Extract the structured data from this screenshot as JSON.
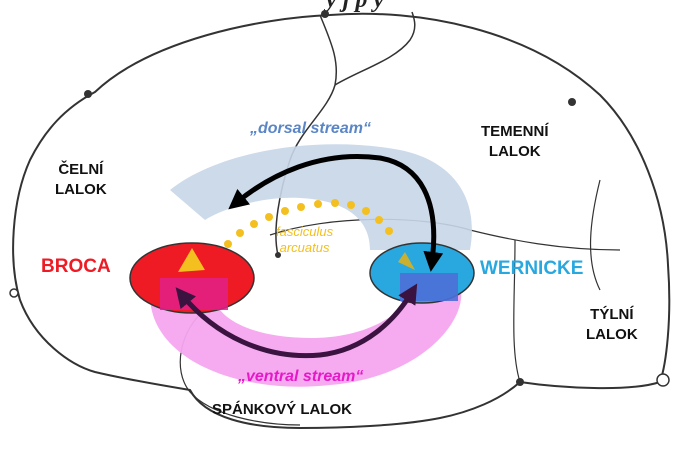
{
  "title_fragment": "y                                j p       y",
  "lobes": {
    "frontal": [
      "ČELNÍ",
      "LALOK"
    ],
    "parietal": [
      "TEMENNÍ",
      "LALOK"
    ],
    "occipital": [
      "TÝLNÍ",
      "LALOK"
    ],
    "temporal": "SPÁNKOVÝ LALOK"
  },
  "areas": {
    "broca": "BROCA",
    "wernicke": "WERNICKE"
  },
  "streams": {
    "dorsal": "„dorsal stream“",
    "ventral": "„ventral stream“"
  },
  "tract": [
    "fasciculus",
    "arcuatus"
  ],
  "colors": {
    "broca": "#ee1b24",
    "wernicke": "#29a8e0",
    "dorsal_text": "#5b86c6",
    "ventral_text": "#e619c8",
    "ventral_band": "#f5a6f0",
    "dorsal_band": "#c8d6e8",
    "fasciculus": "#f3c020",
    "ventral_arrow": "#3a1340"
  }
}
